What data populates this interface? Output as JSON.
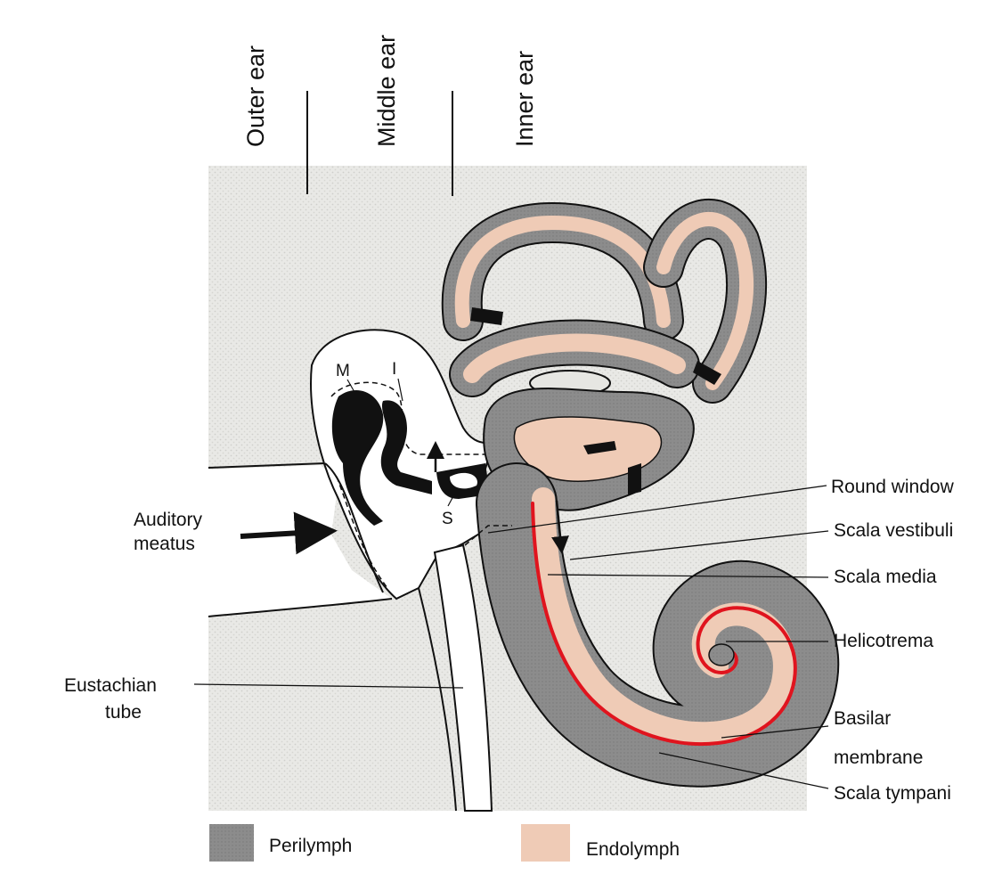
{
  "region_labels": {
    "outer_ear": "Outer ear",
    "middle_ear": "Middle ear",
    "inner_ear": "Inner ear"
  },
  "ossicle_labels": {
    "malleus": "M",
    "incus": "I",
    "stapes": "S"
  },
  "labels": {
    "auditory_meatus_line1": "Auditory",
    "auditory_meatus_line2": "meatus",
    "eustachian_line1": "Eustachian",
    "eustachian_line2": "tube",
    "round_window": "Round window",
    "scala_vestibuli": "Scala vestibuli",
    "scala_media": "Scala media",
    "helicotrema": "Helicotrema",
    "basilar_line1": "Basilar",
    "basilar_line2": "membrane",
    "scala_tympani": "Scala tympani"
  },
  "legend": {
    "perilymph": "Perilymph",
    "endolymph": "Endolymph"
  },
  "colors": {
    "perilymph": "#8c8c8c",
    "endolymph": "#efcbb6",
    "basilar_membrane": "#e0141e",
    "tissue": "#e6e6e2",
    "ink": "#111111"
  }
}
